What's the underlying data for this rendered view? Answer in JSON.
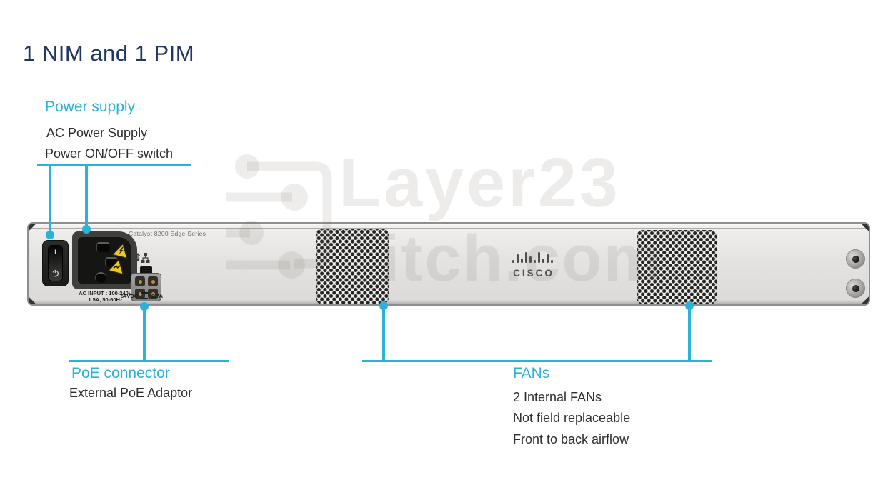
{
  "page": {
    "title": "1 NIM and 1 PIM"
  },
  "colors": {
    "accent": "#2ab2d8",
    "title_color": "#22375f",
    "body_color": "#2d2d2d"
  },
  "callouts": {
    "power": {
      "heading": "Power supply",
      "lines": [
        "AC Power Supply",
        "Power ON/OFF switch"
      ]
    },
    "poe": {
      "heading": "PoE connector",
      "lines": [
        "External PoE Adaptor"
      ]
    },
    "fans": {
      "heading": "FANs",
      "lines": [
        "2 Internal FANs",
        "Not field replaceable",
        "Front to back airflow"
      ]
    }
  },
  "device": {
    "series_label": "Catalyst 8200 Edge Series",
    "ac_input_line1": "AC INPUT : 100-240V",
    "ac_input_line2": "1.5A, 50-60Hz",
    "power_on_marking": "I",
    "poe_rating_left": "54VDC",
    "poe_rating_right": "2.7A",
    "brand_wordmark": "CISCO"
  },
  "watermark": {
    "line1": "Layer23",
    "line2": "itch.com"
  }
}
